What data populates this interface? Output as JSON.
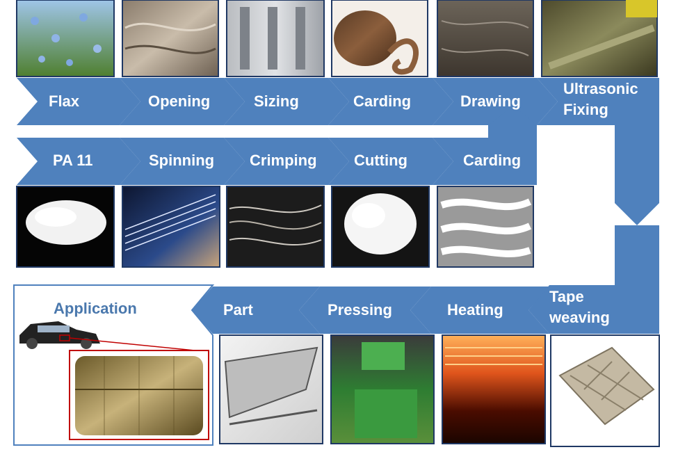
{
  "rows": {
    "top": [
      {
        "id": "flax",
        "label": "Flax"
      },
      {
        "id": "opening",
        "label": "Opening"
      },
      {
        "id": "sizing",
        "label": "Sizing"
      },
      {
        "id": "carding",
        "label": "Carding"
      },
      {
        "id": "drawing",
        "label": "Drawing"
      },
      {
        "id": "ultrasonic",
        "label_line1": "Ultrasonic",
        "label_line2": "Fixing"
      }
    ],
    "middle": [
      {
        "id": "pa11",
        "label": "PA 11"
      },
      {
        "id": "spinning",
        "label": "Spinning"
      },
      {
        "id": "crimping",
        "label": "Crimping"
      },
      {
        "id": "cutting",
        "label": "Cutting"
      },
      {
        "id": "carding2",
        "label": "Carding"
      }
    ],
    "bottom": [
      {
        "id": "application",
        "label": "Application"
      },
      {
        "id": "part",
        "label": "Part"
      },
      {
        "id": "pressing",
        "label": "Pressing"
      },
      {
        "id": "heating",
        "label": "Heating"
      },
      {
        "id": "tape",
        "label_line1": "Tape",
        "label_line2": "weaving"
      }
    ]
  },
  "colors": {
    "arrow_blue": "#4f81bd",
    "frame_dark": "#1f3864",
    "application_text": "#4a78ad",
    "highlight_red": "#c00000"
  }
}
